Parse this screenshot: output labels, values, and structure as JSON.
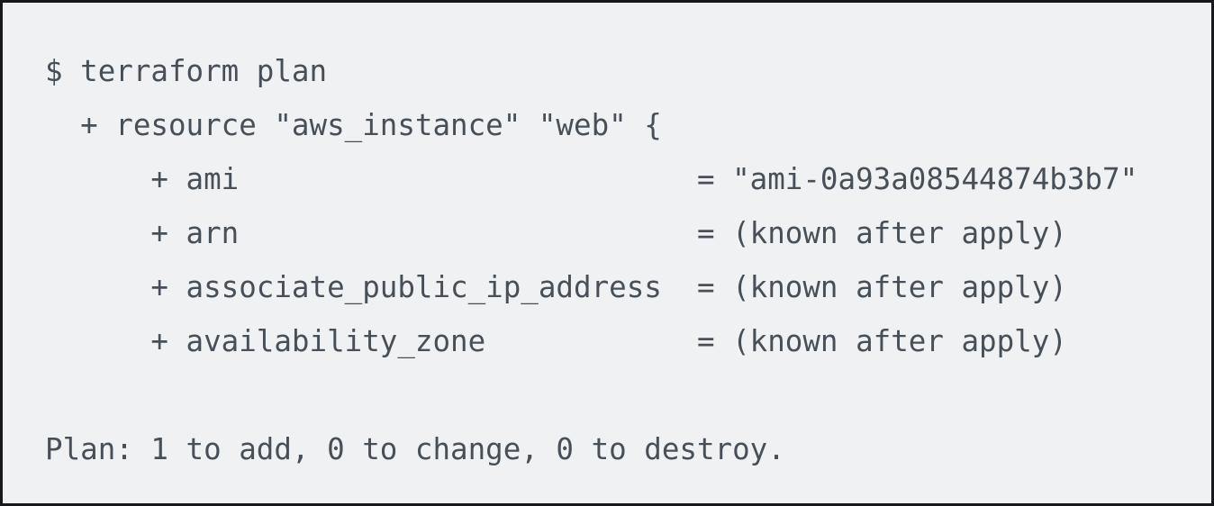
{
  "terminal": {
    "command": "terraform plan",
    "lines": [
      "$ terraform plan",
      "  + resource \"aws_instance\" \"web\" {",
      "      + ami                          = \"ami-0a93a08544874b3b7\"",
      "      + arn                          = (known after apply)",
      "      + associate_public_ip_address  = (known after apply)",
      "      + availability_zone            = (known after apply)",
      " ",
      "Plan: 1 to add, 0 to change, 0 to destroy."
    ],
    "resource": {
      "type": "aws_instance",
      "name": "web",
      "attributes": [
        {
          "name": "ami",
          "value": "\"ami-0a93a08544874b3b7\""
        },
        {
          "name": "arn",
          "value": "(known after apply)"
        },
        {
          "name": "associate_public_ip_address",
          "value": "(known after apply)"
        },
        {
          "name": "availability_zone",
          "value": "(known after apply)"
        }
      ]
    },
    "summary": {
      "to_add": "1",
      "to_change": "0",
      "to_destroy": "0",
      "text": "Plan: 1 to add, 0 to change, 0 to destroy."
    },
    "colors": {
      "background": "#f0f1f3",
      "border": "#17181c",
      "text": "#475058"
    }
  }
}
